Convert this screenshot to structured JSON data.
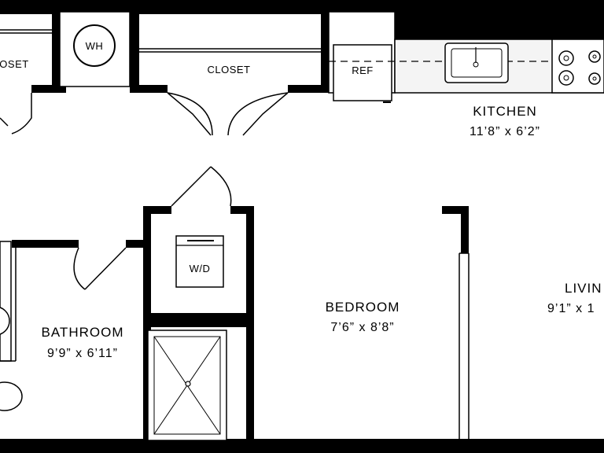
{
  "rooms": {
    "closet_left": "OSET",
    "closet_right": "CLOSET",
    "kitchen": {
      "name": "KITCHEN",
      "dims": "11’8” x 6’2”"
    },
    "bathroom": {
      "name": "BATHROOM",
      "dims": "9’9” x 6’11”"
    },
    "bedroom": {
      "name": "BEDROOM",
      "dims": "7’6” x 8’8”"
    },
    "living": {
      "name": "LIVIN",
      "dims": "9’1” x 1"
    }
  },
  "fixtures": {
    "water_heater": "WH",
    "refrigerator": "REF",
    "washer_dryer": "W/D"
  },
  "colors": {
    "wall": "#000000",
    "background": "#ffffff",
    "counter": "#f4f4f4"
  }
}
